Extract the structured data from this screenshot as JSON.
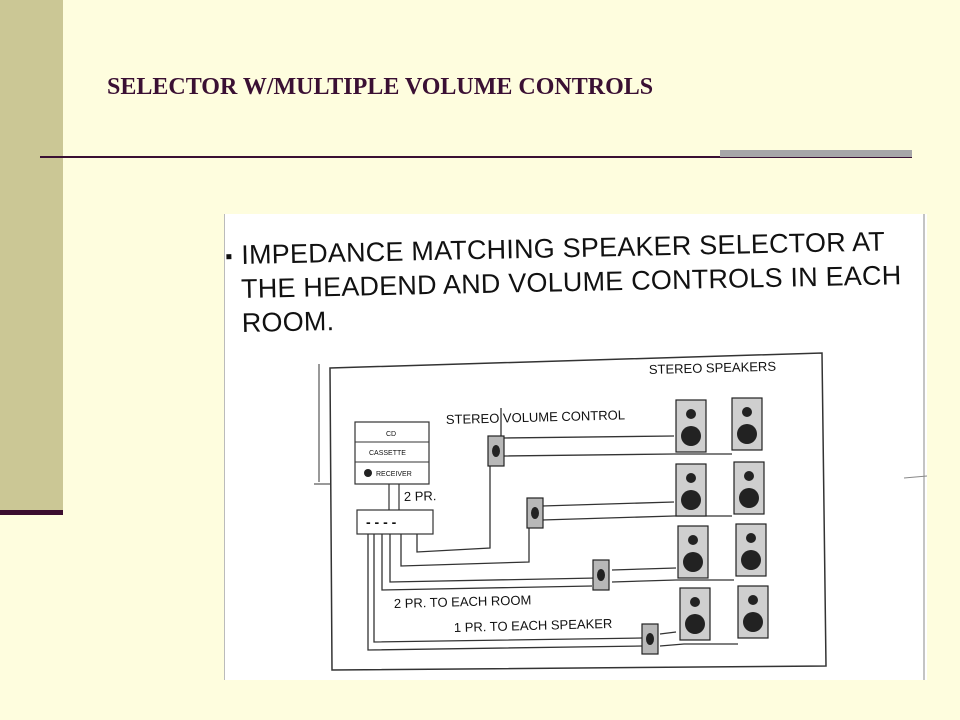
{
  "slide": {
    "title": "SELECTOR W/MULTIPLE VOLUME CONTROLS",
    "colors": {
      "background": "#fefdde",
      "sidebar": "#cbc795",
      "accent": "#3a1033",
      "rule_highlight": "#a6a6a8"
    }
  },
  "scan": {
    "bullet_text": "IMPEDANCE MATCHING SPEAKER SELECTOR AT THE HEADEND AND VOLUME CONTROLS IN EACH ROOM.",
    "diagram": {
      "labels": {
        "stereo_speakers": "STEREO SPEAKERS",
        "stereo_volume_control": "STEREO VOLUME CONTROL",
        "two_pair": "2 PR.",
        "two_pair_each_room": "2 PR. TO EACH ROOM",
        "one_pair_each_speaker": "1 PR. TO EACH SPEAKER"
      },
      "source_stack": [
        "CD",
        "CASSETTE",
        "RECEIVER"
      ],
      "selector_marks": "- - - -"
    }
  }
}
